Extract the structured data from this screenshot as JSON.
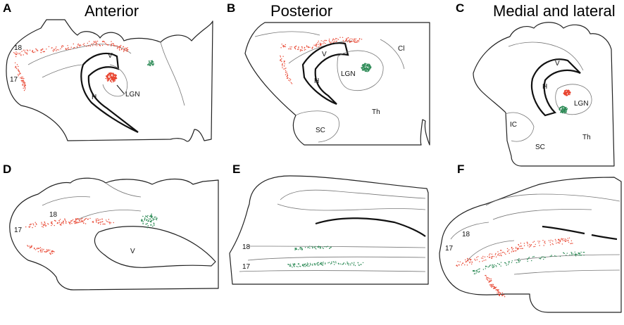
{
  "colors": {
    "red_label": "#e8432e",
    "green_label": "#2e8b57",
    "outline": "#222222",
    "background": "#ffffff"
  },
  "panels": [
    {
      "letter": "A",
      "title": "Anterior",
      "labels": {
        "l18": "18",
        "l17": "17",
        "v": "V",
        "h": "H",
        "lgn": "LGN"
      }
    },
    {
      "letter": "B",
      "title": "Posterior",
      "labels": {
        "v": "V",
        "h": "H",
        "lgn": "LGN",
        "cl": "Cl",
        "th": "Th",
        "sc": "SC"
      }
    },
    {
      "letter": "C",
      "title": "Medial and lateral",
      "labels": {
        "v": "V",
        "h": "H",
        "lgn": "LGN",
        "ic": "IC",
        "sc": "SC",
        "th": "Th"
      }
    },
    {
      "letter": "D",
      "title": "",
      "labels": {
        "l18": "18",
        "l17": "17",
        "v": "V"
      }
    },
    {
      "letter": "E",
      "title": "",
      "labels": {
        "l18": "18",
        "l17": "17"
      }
    },
    {
      "letter": "F",
      "title": "",
      "labels": {
        "l18": "18",
        "l17": "17"
      }
    }
  ]
}
